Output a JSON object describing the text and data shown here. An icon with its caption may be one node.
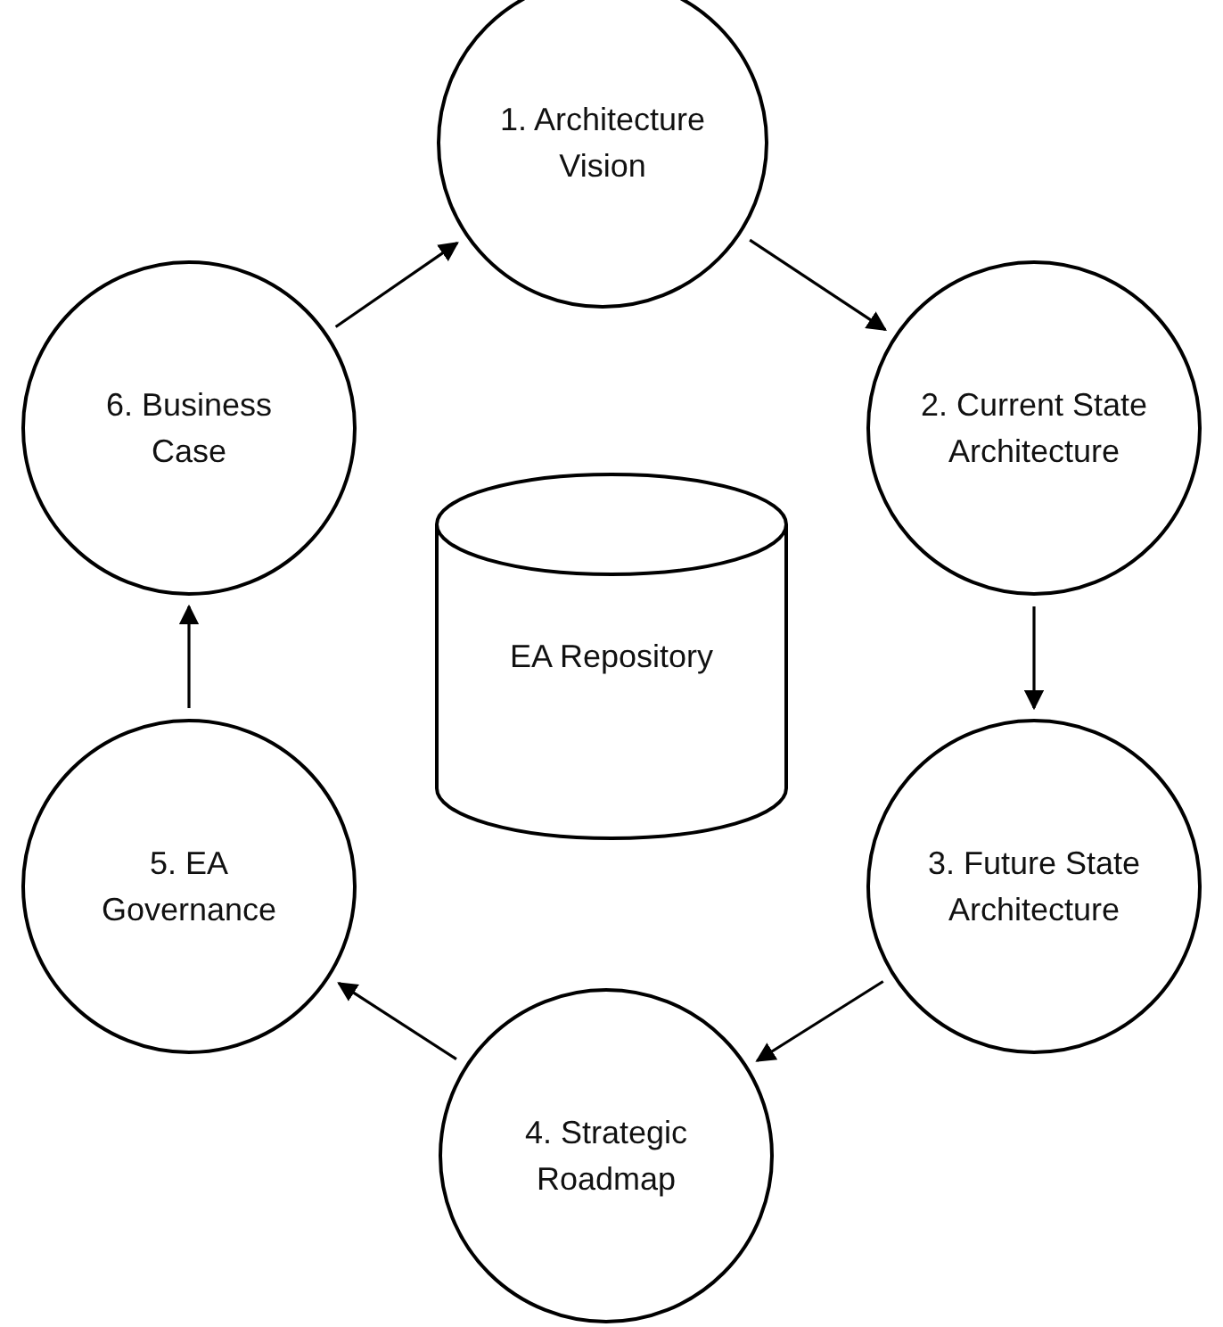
{
  "diagram": {
    "nodes": [
      {
        "text": [
          "1. Architecture Vision"
        ]
      },
      {
        "text": [
          "2. Current State Architecture"
        ]
      },
      {
        "text": [
          "3. Future State Architecture"
        ]
      },
      {
        "text": [
          "4. Strategic Roadmap"
        ]
      },
      {
        "text": [
          "5. EA Governance"
        ]
      },
      {
        "text": [
          "6. Business Case"
        ]
      },
      {
        "text": [
          "EA Repository"
        ]
      }
    ],
    "edges": [
      {
        "from": 0,
        "to": 1,
        "arrow": "to"
      },
      {
        "from": 1,
        "to": 2,
        "arrow": "to"
      },
      {
        "from": 2,
        "to": 3,
        "arrow": "to"
      },
      {
        "from": 3,
        "to": 4,
        "arrow": "to"
      },
      {
        "from": 4,
        "to": 5,
        "arrow": "to"
      },
      {
        "from": 5,
        "to": 0,
        "arrow": "to"
      }
    ]
  }
}
